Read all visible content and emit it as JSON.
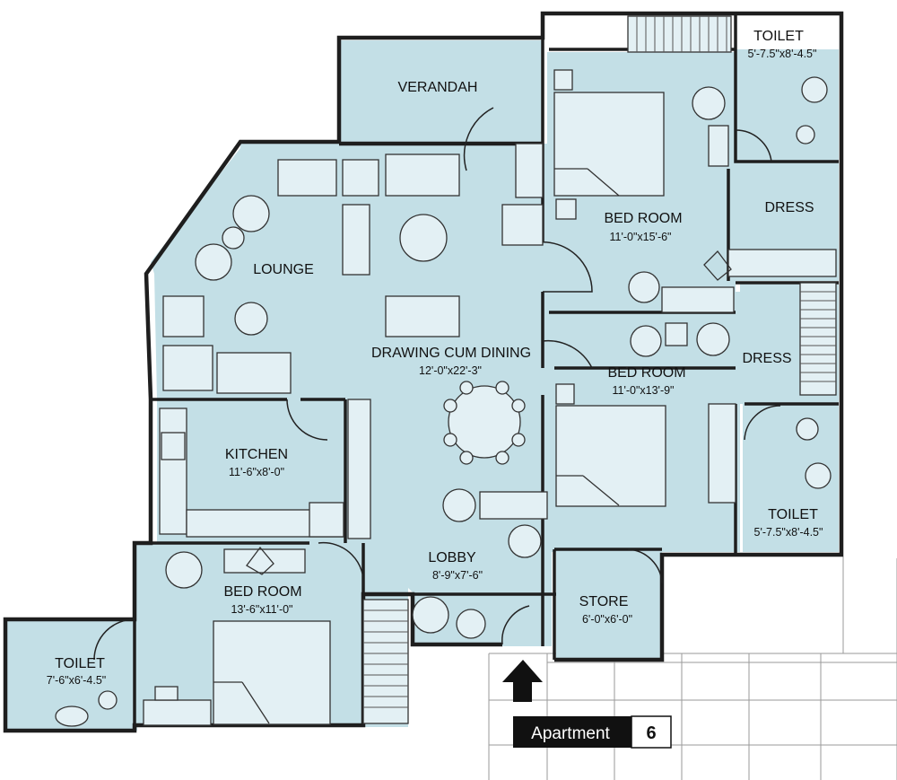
{
  "rooms": {
    "verandah": {
      "name": "VERANDAH"
    },
    "toilet_top": {
      "name": "TOILET",
      "size": "5'-7.5\"x8'-4.5\""
    },
    "bed_room_top": {
      "name": "BED ROOM",
      "size": "11'-0\"x15'-6\""
    },
    "dress_top": {
      "name": "DRESS"
    },
    "lounge": {
      "name": "LOUNGE"
    },
    "drawing_dining": {
      "name": "DRAWING CUM DINING",
      "size": "12'-0\"x22'-3\""
    },
    "bed_room_mid": {
      "name": "BED ROOM",
      "size": "11'-0\"x13'-9\""
    },
    "dress_mid": {
      "name": "DRESS"
    },
    "kitchen": {
      "name": "KITCHEN",
      "size": "11'-6\"x8'-0\""
    },
    "toilet_mid": {
      "name": "TOILET",
      "size": "5'-7.5\"x8'-4.5\""
    },
    "lobby": {
      "name": "LOBBY",
      "size": "8'-9\"x7'-6\""
    },
    "bed_room_bottom": {
      "name": "BED ROOM",
      "size": "13'-6\"x11'-0\""
    },
    "store": {
      "name": "STORE",
      "size": "6'-0\"x6'-0\""
    },
    "toilet_bottom": {
      "name": "TOILET",
      "size": "7'-6\"x6'-4.5\""
    }
  },
  "tag": {
    "label": "Apartment",
    "number": "6"
  },
  "icons": {
    "entry": "entry-arrow-icon"
  },
  "colors": {
    "room_fill": "#c3dfe6",
    "furniture": "#e3f0f4",
    "wall": "#1e1e1e",
    "tag_bg": "#111111",
    "tag_text": "#ffffff"
  }
}
